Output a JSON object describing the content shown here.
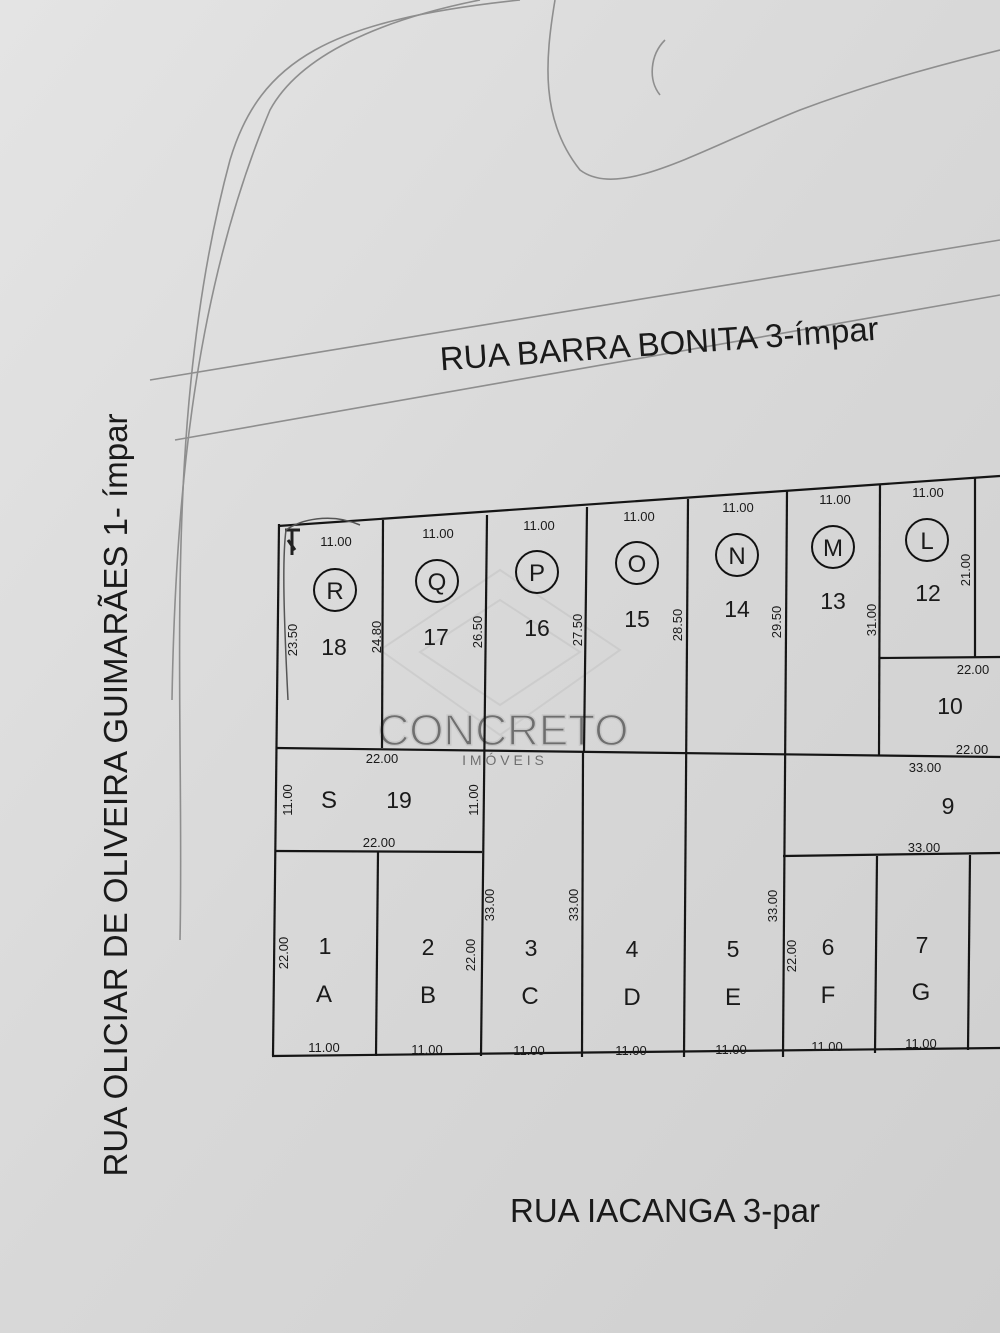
{
  "streets": {
    "north": "RUA BARRA BONITA 3-ímpar",
    "west": "RUA OLICIAR DE OLIVEIRA GUIMARÃES 1- ímpar",
    "south": "RUA IACANGA 3-par"
  },
  "watermark": {
    "brand": "CONCRETO",
    "sub": "I M Ó V E I S"
  },
  "top_row": [
    {
      "number": "18",
      "letter": "R",
      "front": "11.00"
    },
    {
      "number": "17",
      "letter": "Q",
      "front": "11.00"
    },
    {
      "number": "16",
      "letter": "P",
      "front": "11.00"
    },
    {
      "number": "15",
      "letter": "O",
      "front": "11.00"
    },
    {
      "number": "14",
      "letter": "N",
      "front": "11.00"
    },
    {
      "number": "13",
      "letter": "M",
      "front": "11.00"
    },
    {
      "number": "12",
      "letter": "L",
      "front": "11.00"
    }
  ],
  "top_side_dims": [
    "23.50",
    "24.80",
    "26.50",
    "27.50",
    "28.50",
    "29.50",
    "31.00",
    "21.00"
  ],
  "lot10": {
    "number": "10",
    "top": "22.00",
    "bottom": "22.00"
  },
  "lot19": {
    "number": "19",
    "letter": "S",
    "top": "22.00",
    "bottom": "22.00",
    "left": "11.00",
    "right": "11.00"
  },
  "lot9": {
    "number": "9",
    "top": "33.00",
    "bottom": "33.00"
  },
  "bottom_row": [
    {
      "number": "1",
      "letter": "A",
      "front": "11.00"
    },
    {
      "number": "2",
      "letter": "B",
      "front": "11.00"
    },
    {
      "number": "3",
      "letter": "C",
      "front": "11.00"
    },
    {
      "number": "4",
      "letter": "D",
      "front": "11.00"
    },
    {
      "number": "5",
      "letter": "E",
      "front": "11.00"
    },
    {
      "number": "6",
      "letter": "F",
      "front": "11.00"
    },
    {
      "number": "7",
      "letter": "G",
      "front": "11.00"
    }
  ],
  "bottom_side_dims": [
    "22.00",
    "22.00",
    "33.00",
    "33.00",
    "33.00",
    "22.00"
  ]
}
